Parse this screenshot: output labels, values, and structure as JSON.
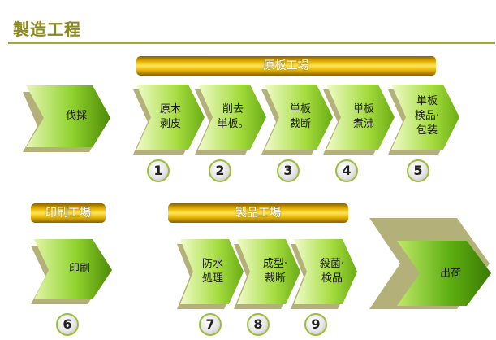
{
  "title": "製造工程",
  "banners": {
    "plywood": "原板工場",
    "printing": "印刷工場",
    "product": "製品工場"
  },
  "steps": {
    "felling": "伐採",
    "peeling": "原木\n剥皮",
    "slicing": "削去\n単板。",
    "cutting": "単板\n裁断",
    "boiling": "単板\n煮沸",
    "inspect": "単板\n検品·\n包装",
    "printing": "印刷",
    "waterproof": "防水\n処理",
    "forming": "成型·\n裁断",
    "sterilize": "殺菌·\n検品",
    "shipping": "出荷"
  },
  "numbers": [
    "1",
    "2",
    "3",
    "4",
    "5",
    "6",
    "7",
    "8",
    "9"
  ],
  "colors": {
    "title": "#8c8a1e",
    "arrow_shadow": "#b3b07a",
    "arrow_green": "#7dc21e",
    "banner_gold": "#e6b500"
  }
}
